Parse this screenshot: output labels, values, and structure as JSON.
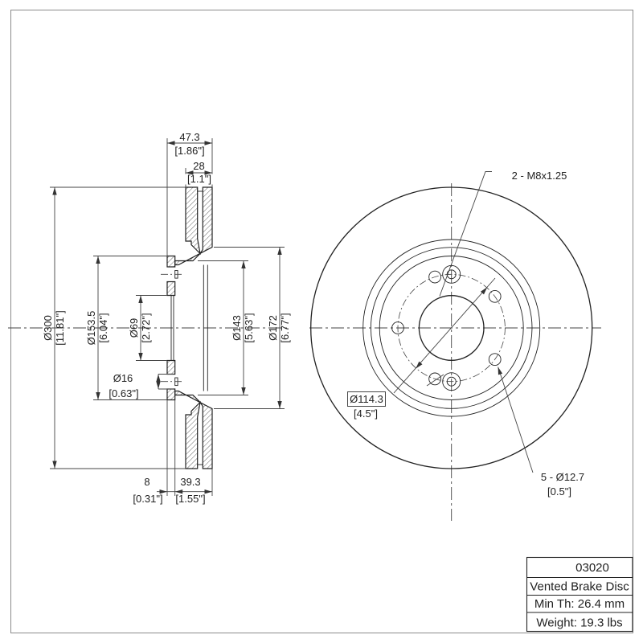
{
  "section_view": {
    "dims": {
      "overall_width": {
        "mm": "47.3",
        "in": "[1.86\"]"
      },
      "disc_thickness": {
        "mm": "28",
        "in": "[1.1\"]"
      },
      "outer_dia": {
        "mm": "Ø300",
        "in": "[11.81\"]"
      },
      "hat_dia": {
        "mm": "Ø153.5",
        "in": "[6.04\"]"
      },
      "center_bore": {
        "mm": "Ø69",
        "in": "[2.72\"]"
      },
      "flange_hole": {
        "mm": "Ø16",
        "in": "[0.63\"]"
      },
      "drum_dia": {
        "mm": "Ø143",
        "in": "[5.63\"]"
      },
      "inner_dia": {
        "mm": "Ø172",
        "in": "[6.77\"]"
      },
      "flange_thickness": {
        "mm": "8",
        "in": "[0.31\"]"
      },
      "hat_depth": {
        "mm": "39.3",
        "in": "[1.55\"]"
      }
    }
  },
  "front_view": {
    "labels": {
      "thread_callout": "2 - M8x1.25",
      "bolt_circle": {
        "mm": "Ø114.3",
        "in": "[4.5\"]"
      },
      "lug_holes": {
        "mm": "5 - Ø12.7",
        "in": "[0.5\"]"
      }
    }
  },
  "title_block": {
    "rows": [
      "03020",
      "Vented Brake Disc",
      "Min Th: 26.4 mm",
      "Weight: 19.3 lbs"
    ]
  }
}
